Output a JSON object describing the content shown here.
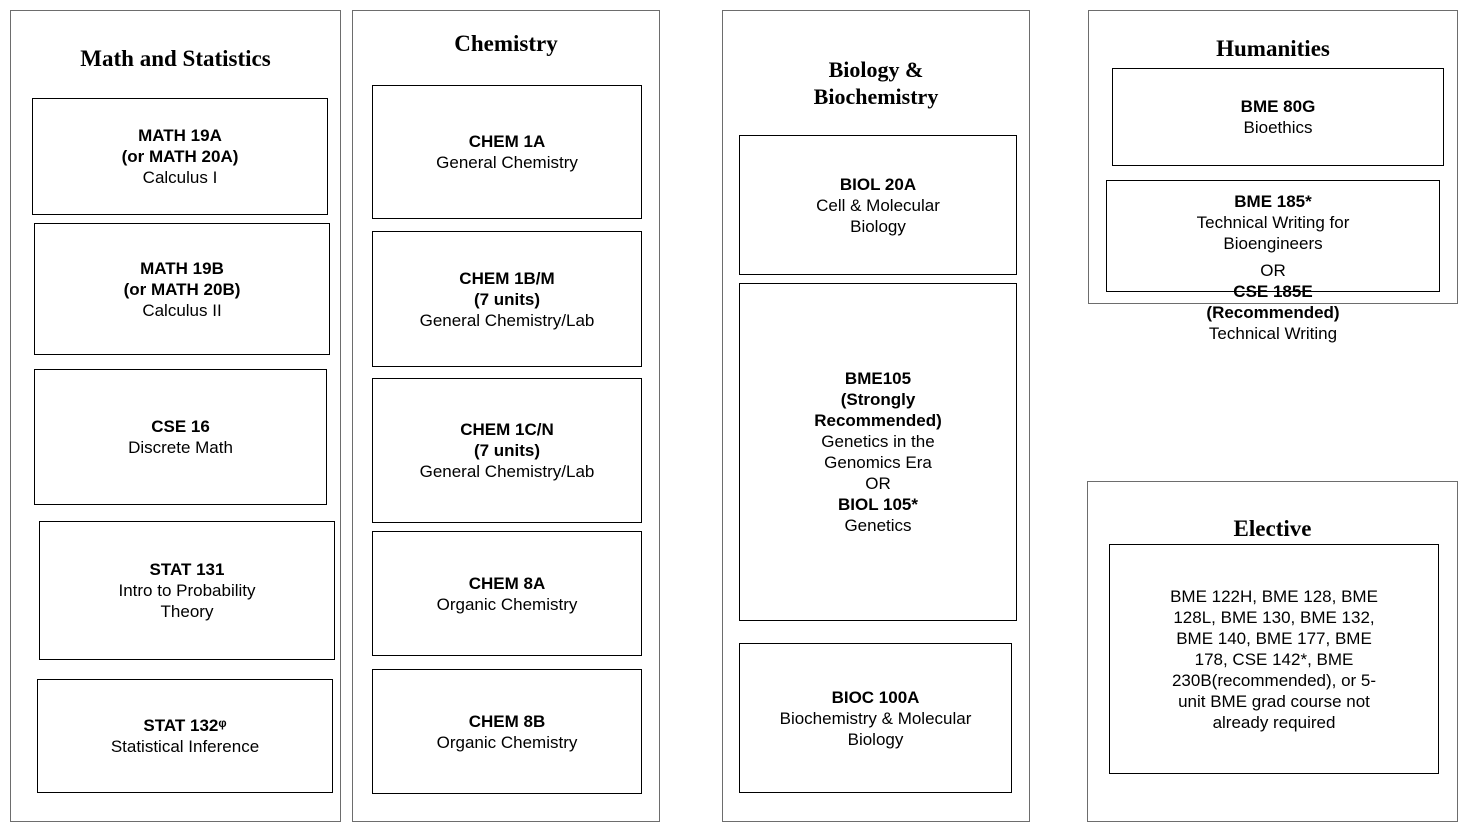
{
  "math": {
    "title": "Math and Statistics",
    "c1": {
      "code1": "MATH 19A",
      "code2": "(or MATH 20A)",
      "name": "Calculus I"
    },
    "c2": {
      "code1": "MATH 19B",
      "code2": "(or MATH 20B)",
      "name": "Calculus II"
    },
    "c3": {
      "code": "CSE 16",
      "name": "Discrete Math"
    },
    "c4": {
      "code": "STAT 131",
      "name1": "Intro to Probability",
      "name2": "Theory"
    },
    "c5": {
      "code": "STAT 132ᵠ",
      "name": "Statistical Inference"
    }
  },
  "chem": {
    "title": "Chemistry",
    "c1": {
      "code": "CHEM 1A",
      "name": "General Chemistry"
    },
    "c2": {
      "code1": "CHEM 1B/M",
      "code2": "(7 units)",
      "name": "General Chemistry/Lab"
    },
    "c3": {
      "code1": "CHEM 1C/N",
      "code2": "(7 units)",
      "name": "General Chemistry/Lab"
    },
    "c4": {
      "code": "CHEM 8A",
      "name": "Organic Chemistry"
    },
    "c5": {
      "code": "CHEM 8B",
      "name": "Organic Chemistry"
    }
  },
  "bio": {
    "title1": "Biology &",
    "title2": "Biochemistry",
    "c1": {
      "code": "BIOL 20A",
      "name1": "Cell & Molecular",
      "name2": "Biology"
    },
    "c2": {
      "code1": "BME105",
      "code2": "(Strongly",
      "code3": "Recommended)",
      "name1": "Genetics in the",
      "name2": "Genomics Era",
      "or": "OR",
      "code4": "BIOL 105*",
      "name3": "Genetics"
    },
    "c3": {
      "code": "BIOC 100A",
      "name1": "Biochemistry & Molecular",
      "name2": "Biology"
    }
  },
  "hum": {
    "title": "Humanities",
    "c1": {
      "code": "BME 80G",
      "name": "Bioethics"
    },
    "c2": {
      "code1": "BME 185*",
      "name1": "Technical Writing for",
      "name2": "Bioengineers",
      "or": "OR",
      "code2": "CSE 185E",
      "code3": "(Recommended)",
      "name3": "Technical Writing"
    }
  },
  "elective": {
    "title": "Elective",
    "lines": [
      "BME 122H, BME 128, BME",
      "128L, BME 130, BME 132,",
      "BME 140, BME 177, BME",
      "178, CSE 142*, BME",
      "230B(recommended), or 5-",
      "unit BME grad course not",
      "already required"
    ]
  }
}
